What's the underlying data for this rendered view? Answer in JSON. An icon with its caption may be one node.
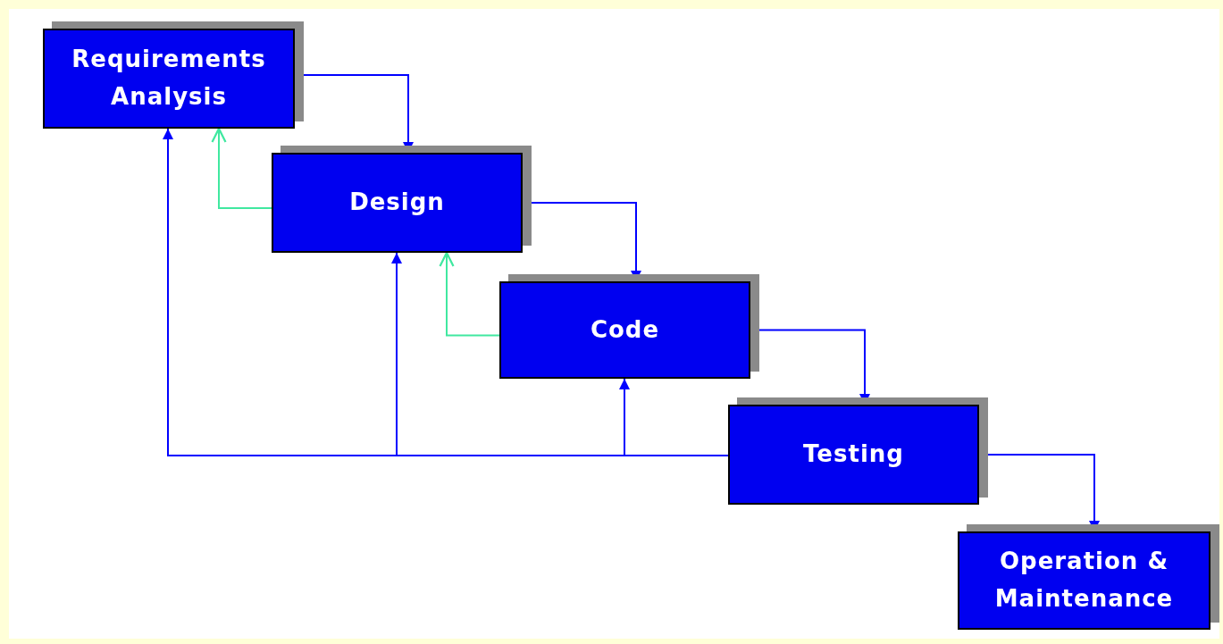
{
  "diagram": {
    "nodes": [
      {
        "text": [
          "Requirements Analysis"
        ]
      },
      {
        "text": [
          "Design"
        ]
      },
      {
        "text": [
          "Code"
        ]
      },
      {
        "text": [
          "Testing"
        ]
      },
      {
        "text": [
          "Operation & Maintenance"
        ]
      }
    ],
    "edges": [
      {
        "from": 0,
        "to": 1,
        "arrow": "to"
      },
      {
        "from": 1,
        "to": 2,
        "arrow": "to"
      },
      {
        "from": 2,
        "to": 3,
        "arrow": "to"
      },
      {
        "from": 3,
        "to": 4,
        "arrow": "to"
      },
      {
        "from": 3,
        "to": 0,
        "arrow": "to"
      },
      {
        "from": 3,
        "to": 1,
        "arrow": "to"
      },
      {
        "from": 3,
        "to": 2,
        "arrow": "to"
      },
      {
        "from": 1,
        "to": 0,
        "arrow": "to",
        "color": "#40e8a0"
      },
      {
        "from": 2,
        "to": 1,
        "arrow": "to",
        "color": "#40e8a0"
      }
    ]
  }
}
